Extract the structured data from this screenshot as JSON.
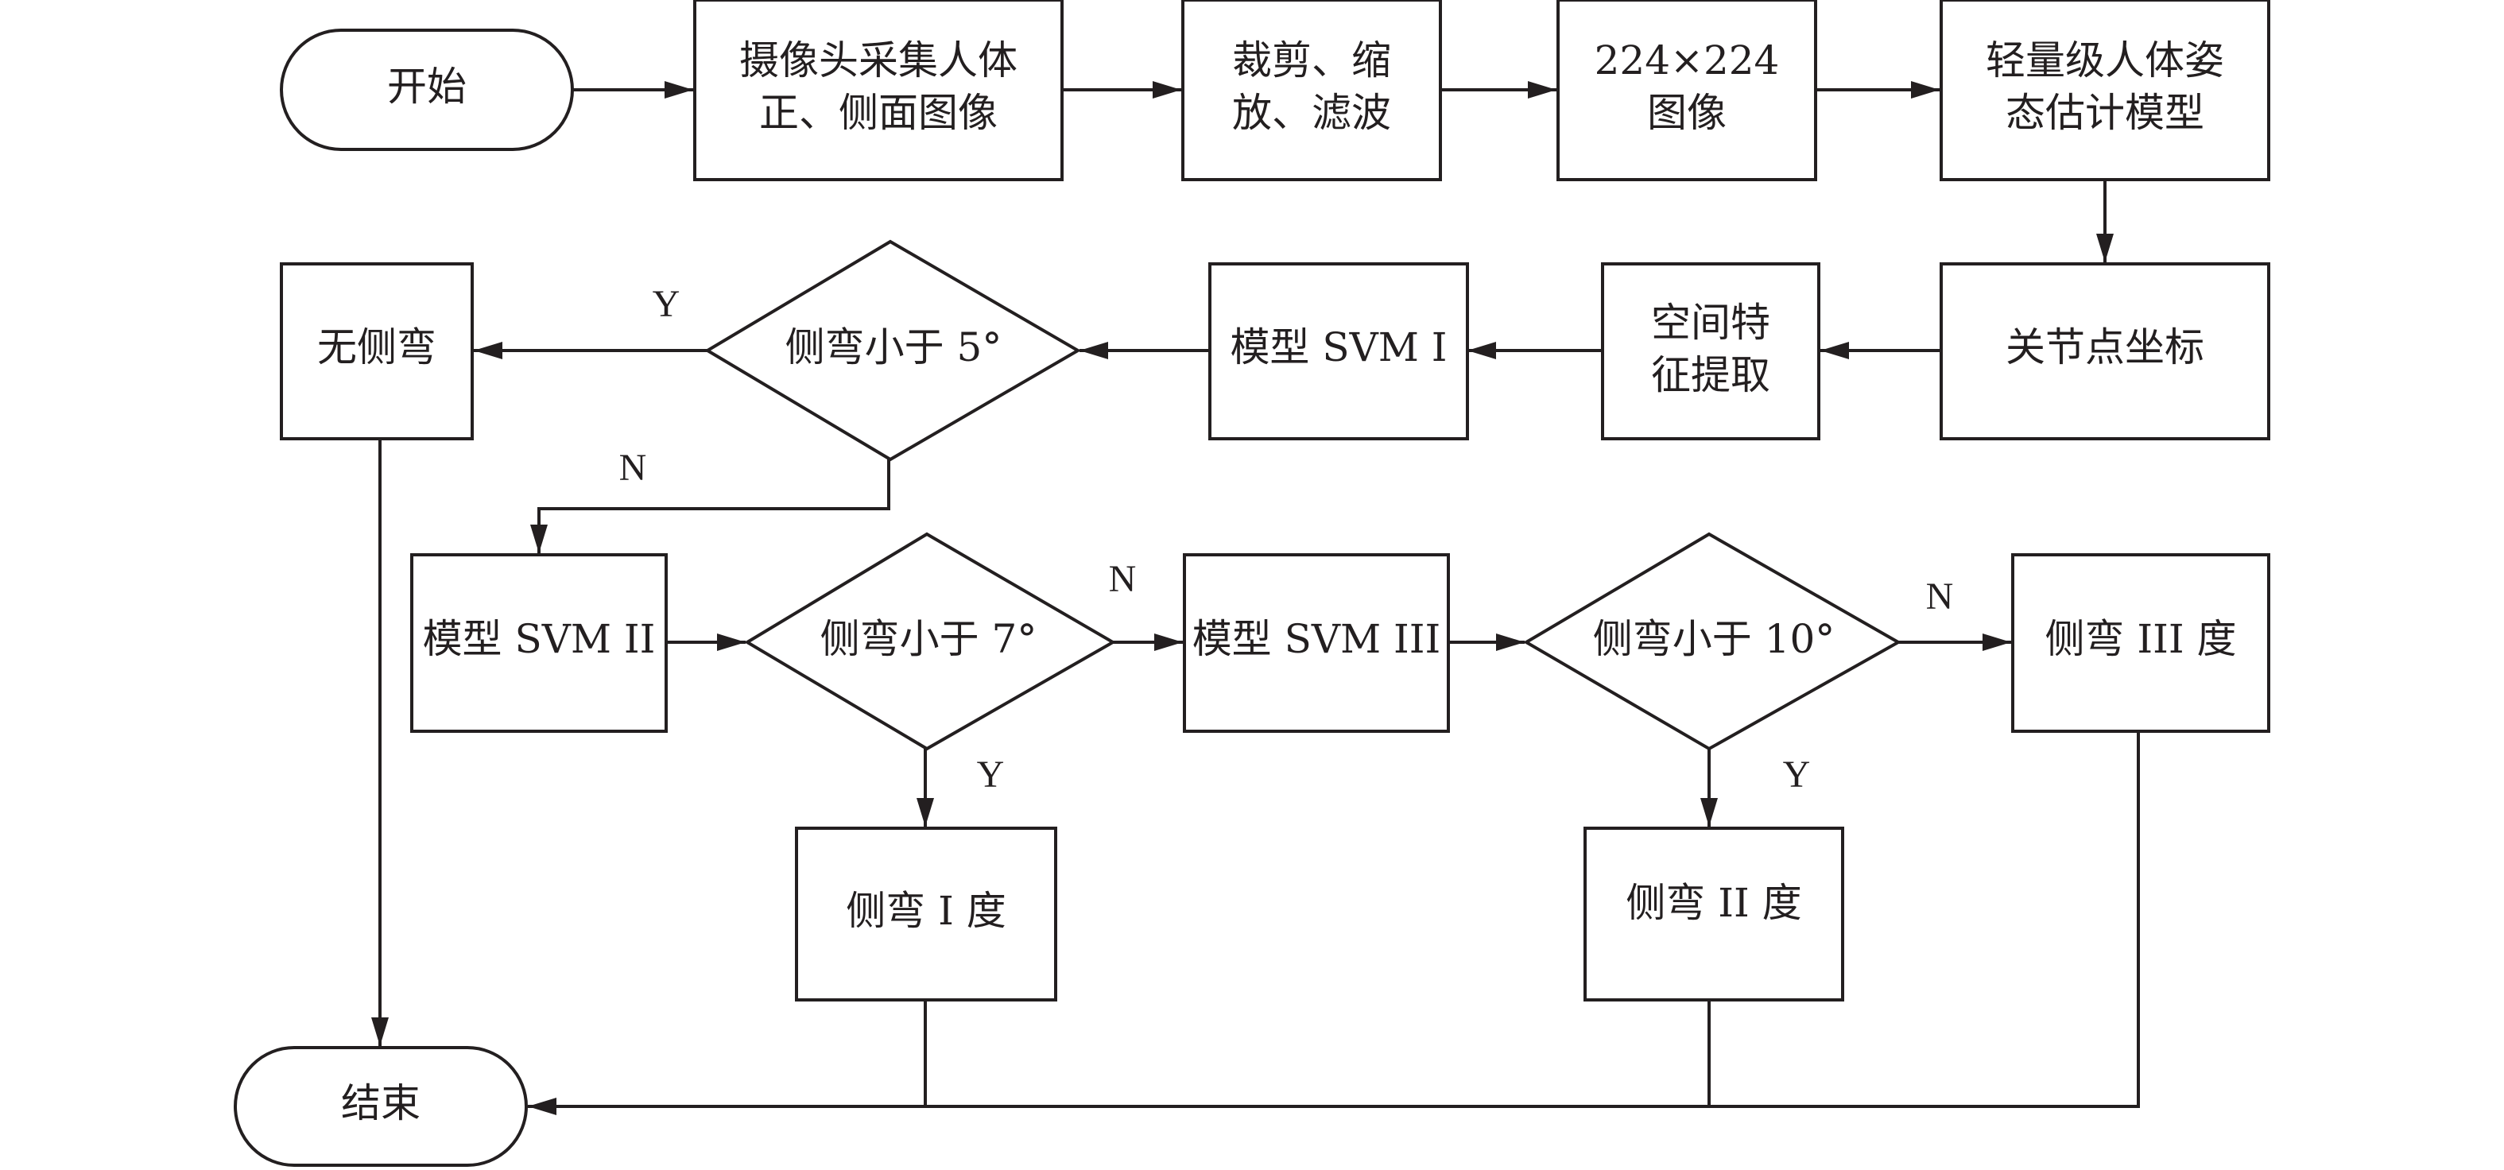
{
  "nodes": {
    "start": "开始",
    "capture": [
      "摄像头采集人体",
      "正、侧面图像"
    ],
    "preprocess": [
      "裁剪、缩",
      "放、滤波"
    ],
    "image224": [
      "224×224",
      "图像"
    ],
    "pose_model": [
      "轻量级人体姿",
      "态估计模型"
    ],
    "keypoints": "关节点坐标",
    "features": [
      "空间特",
      "征提取"
    ],
    "svm1": "模型 SVM I",
    "dec5": "侧弯小于 5°",
    "no_scoliosis": "无侧弯",
    "svm2": "模型 SVM II",
    "dec7": "侧弯小于 7°",
    "svm3": "模型 SVM III",
    "dec10": "侧弯小于 10°",
    "degree3": "侧弯 III 度",
    "degree1": "侧弯 I 度",
    "degree2": "侧弯 II 度",
    "end": "结束"
  },
  "edge_labels": {
    "dec5_yes": "Y",
    "dec5_no": "N",
    "dec7_no": "N",
    "dec7_yes": "Y",
    "dec10_no": "N",
    "dec10_yes": "Y"
  }
}
